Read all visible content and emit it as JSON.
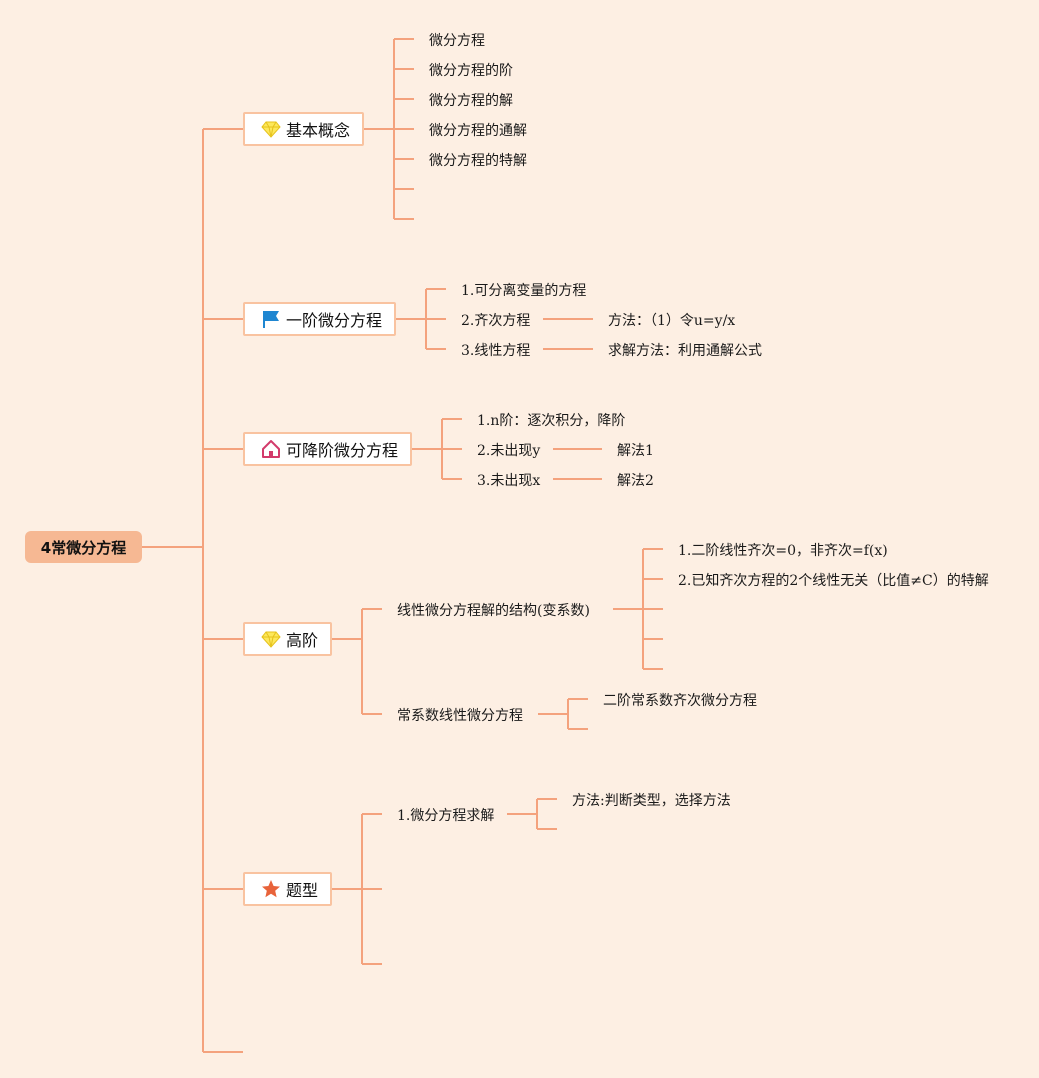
{
  "root": {
    "label": "4常微分方程"
  },
  "branches": {
    "basic": {
      "label": "基本概念",
      "icon": "diamond-icon",
      "items": [
        "微分方程",
        "微分方程的阶",
        "微分方程的解",
        "微分方程的通解",
        "微分方程的特解"
      ]
    },
    "first_order": {
      "label": "一阶微分方程",
      "icon": "flag-icon",
      "items": [
        "1.可分离变量的方程",
        "2.齐次方程",
        "3.线性方程"
      ],
      "notes": [
        "方法：（1）令u=y/x",
        "求解方法：利用通解公式"
      ]
    },
    "reducible": {
      "label": "可降阶微分方程",
      "icon": "house-icon",
      "items": [
        "1.n阶：逐次积分，降阶",
        "2.未出现y",
        "3.未出现x"
      ],
      "notes": [
        "解法1",
        "解法2"
      ]
    },
    "higher": {
      "label": "高阶",
      "icon": "diamond-icon",
      "structure": "线性微分方程解的结构(变系数)",
      "structure_items": [
        "1.二阶线性齐次=0，非齐次=f(x)",
        "2.已知齐次方程的2个线性无关（比值≠C）的特解"
      ],
      "constant": "常系数线性微分方程",
      "constant_items": [
        "二阶常系数齐次微分方程"
      ]
    },
    "problems": {
      "label": "题型",
      "icon": "star-icon",
      "items": [
        "1.微分方程求解"
      ],
      "notes": [
        "方法:判断类型，选择方法"
      ]
    }
  },
  "colors": {
    "background": "#fdefe3",
    "line": "#f4a27d",
    "root_fill": "#f6b893",
    "box_border": "#f9c3a0"
  }
}
